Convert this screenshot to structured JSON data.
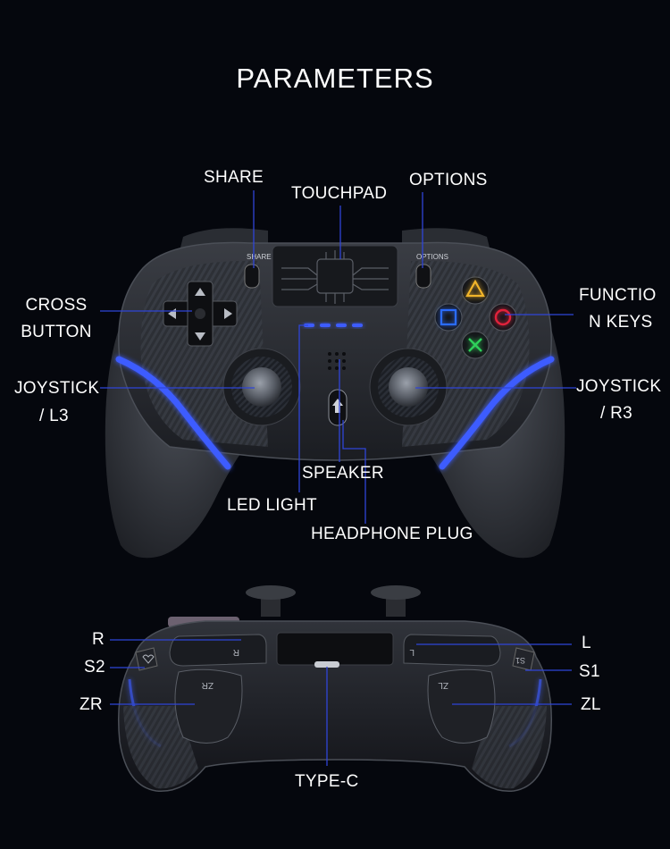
{
  "page": {
    "title": "PARAMETERS"
  },
  "top_view": {
    "printed_labels": {
      "share": "SHARE",
      "options": "OPTIONS"
    },
    "callouts": {
      "share": "SHARE",
      "touchpad": "TOUCHPAD",
      "options": "OPTIONS",
      "cross_button_line1": "CROSS",
      "cross_button_line2": "BUTTON",
      "function_keys_line1": "FUNCTIO",
      "function_keys_line2": "N KEYS",
      "joystick_left_line1": "JOYSTICK",
      "joystick_left_line2": "/ L3",
      "joystick_right_line1": "JOYSTICK",
      "joystick_right_line2": "/ R3",
      "speaker": "SPEAKER",
      "led_light": "LED LIGHT",
      "headphone_plug": "HEADPHONE PLUG"
    }
  },
  "bottom_view": {
    "printed_labels": {
      "r": "R",
      "l": "L",
      "zr": "ZR",
      "zl": "ZL",
      "s1": "S1"
    },
    "callouts": {
      "r": "R",
      "s2": "S2",
      "zr": "ZR",
      "l": "L",
      "s1": "S1",
      "zl": "ZL",
      "type_c": "TYPE-C"
    }
  },
  "colors": {
    "background": "#05070d",
    "leader_line": "#2f45d8",
    "led_glow": "#3d5cff",
    "triangle": "#f2b52b",
    "circle": "#e0203a",
    "cross": "#2fd15a",
    "square": "#2b6cff"
  }
}
